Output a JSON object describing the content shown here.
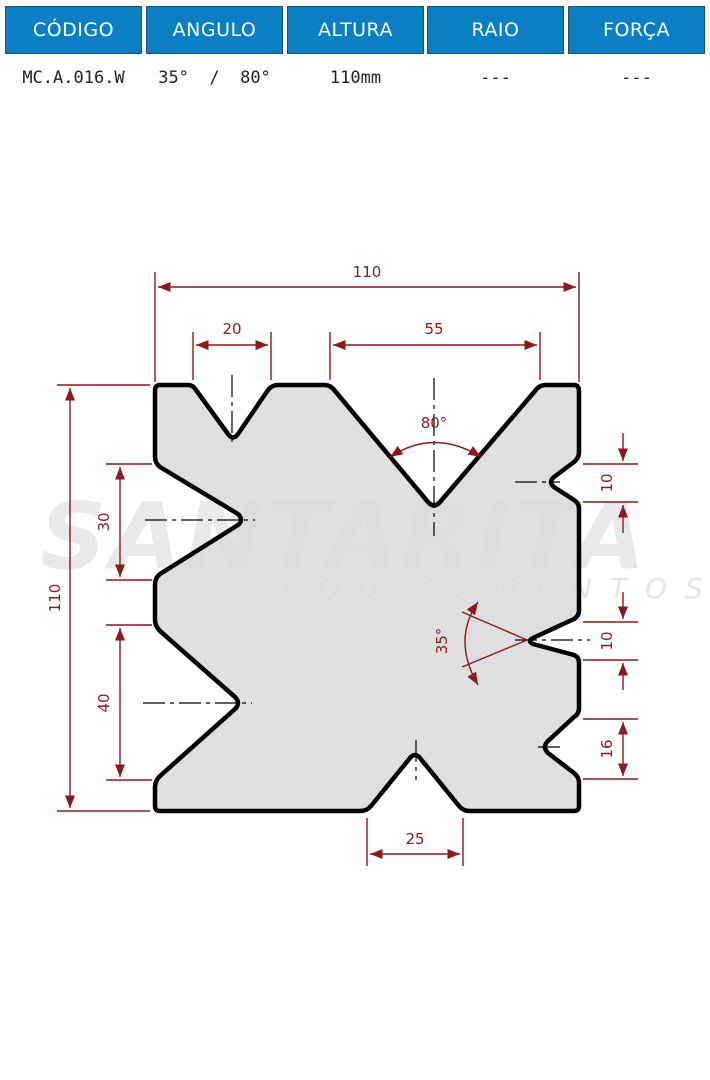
{
  "table": {
    "headers": [
      "CÓDIGO",
      "ANGULO",
      "ALTURA",
      "RAIO",
      "FORÇA"
    ],
    "values": [
      "MC.A.016.W",
      "35°  /  80°",
      "110mm",
      "---",
      "---"
    ]
  },
  "watermark": {
    "brand": "SANTARITA",
    "sub": "EQUIPAMENTOS"
  },
  "dimensions": {
    "top_width": "110",
    "top_left_opening": "20",
    "top_center_opening": "55",
    "top_center_angle": "80°",
    "left_height": "110",
    "left_upper_opening": "30",
    "left_lower_opening": "40",
    "right_upper_opening": "10",
    "right_middle_opening": "10",
    "right_middle_angle": "35°",
    "right_lower_opening": "16",
    "bottom_opening": "25"
  },
  "colors": {
    "header_bg": "#0a7fc4",
    "dimension": "#8b1a1a",
    "die_fill": "#d9d9d9"
  }
}
